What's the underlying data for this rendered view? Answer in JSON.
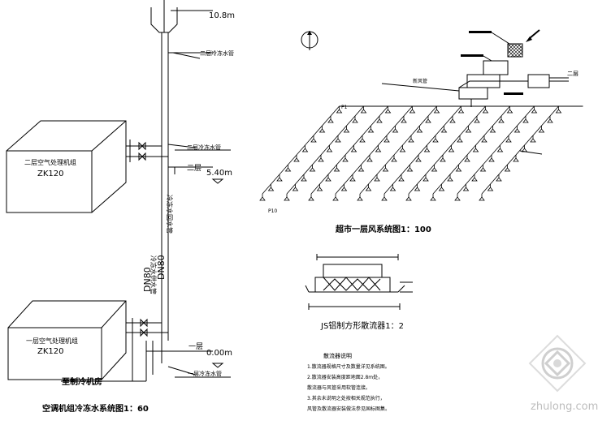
{
  "left_diagram": {
    "level_top": "10.8m",
    "pipe_label_top": "二层冷冻水管",
    "level_2_name": "二层",
    "level_2": "5.40m",
    "level_1_name": "一层",
    "level_1": "0.00m",
    "unit_2_title": "二层空气处理机组",
    "unit_2_model": "ZK120",
    "unit_1_title": "一层空气处理机组",
    "unit_1_model": "ZK120",
    "branch_label_2": "二层冷冻水管",
    "branch_label_1": "一层冷冻水管",
    "riser_label_a": "冷冻水供水管",
    "riser_label_b": "冷冻水回水管",
    "riser_size_a": "DN80",
    "riser_size_b": "DN80",
    "to_chiller": "至制冷机房",
    "title": "空调机组冷冻水系统图1：60"
  },
  "right_diagram": {
    "title": "超市一层风系统图1：100",
    "grid_label_left": "P10",
    "grid_label_right": "P1",
    "supply_duct_label": "新风管",
    "side_label": "二层",
    "detail_title": "JS铝制方形散流器1：2",
    "notes_title": "散流器说明",
    "notes": [
      "1.散流器规格尺寸及数量详见系统图。",
      "2.散流器安装高度距地面2.8m处，",
      "  散流器与风管采用软管连接。",
      "3.其余未说明之处按相关规范执行，",
      "  风管及散流器安装做法参见国标图集。"
    ]
  },
  "watermark": {
    "text": "zhulong.com"
  }
}
